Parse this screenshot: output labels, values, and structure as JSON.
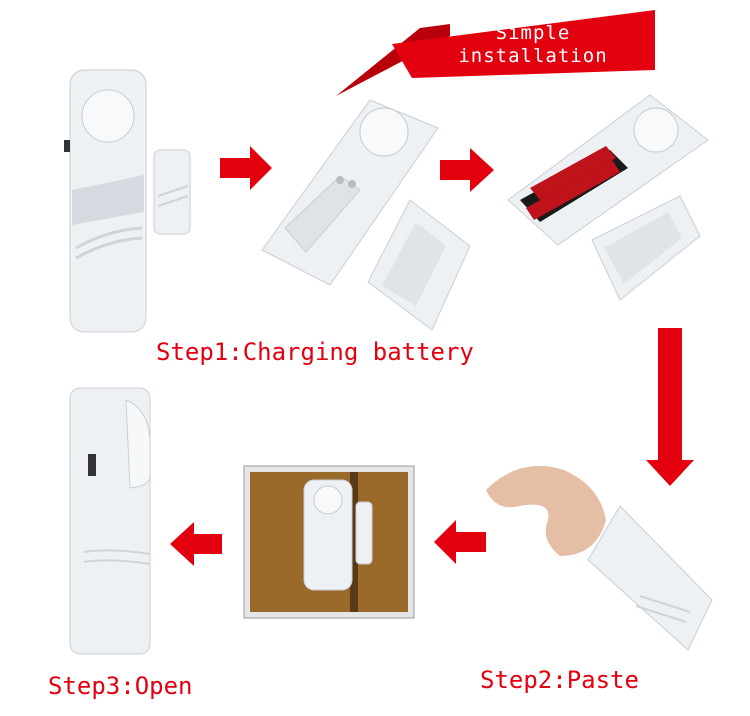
{
  "banner": {
    "line1": "Simple",
    "line2": "installation"
  },
  "steps": {
    "step1": "Step1:Charging battery",
    "step2": "Step2:Paste",
    "step3": "Step3:Open"
  },
  "colors": {
    "accent_red": "#e3000f",
    "device_white": "#eef1f4",
    "door_wood": "#9a6a2a"
  },
  "icons": [
    "arrow-right-icon",
    "arrow-down-icon",
    "arrow-left-icon"
  ]
}
